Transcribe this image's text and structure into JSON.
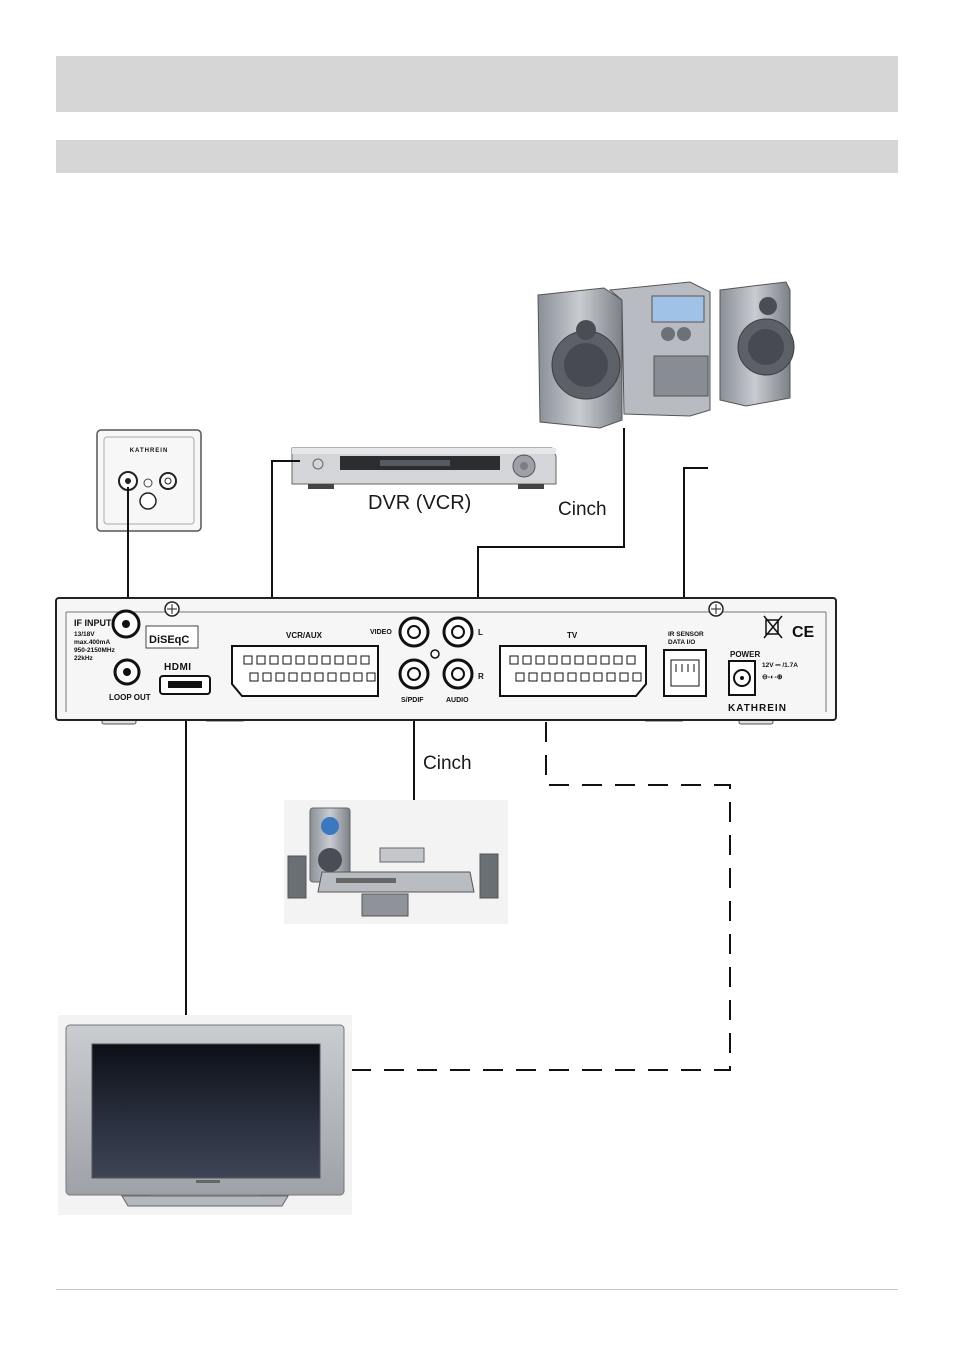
{
  "header": {
    "title": "",
    "subtitle": ""
  },
  "labels": {
    "dvr": "DVR (VCR)",
    "cinch_top": "Cinch",
    "cinch_bottom": "Cinch"
  },
  "wall_socket": {
    "brand": "KATHREIN"
  },
  "receiver": {
    "if_input": "IF  INPUT",
    "if_specs": [
      "13/18V",
      "max.400mA",
      "950-2150MHz",
      "22kHz"
    ],
    "diseqc": "DiSEqC",
    "loop_out": "LOOP  OUT",
    "hdmi": "HDMI",
    "vcr_aux": "VCR/AUX",
    "video": "VIDEO",
    "spdif": "S/PDIF",
    "audio": "AUDIO",
    "audio_l": "L",
    "audio_r": "R",
    "tv": "TV",
    "ir_sensor": "IR  SENSOR",
    "data_io": "DATA  I/O",
    "power": "POWER",
    "power_spec": "12V ⎓ /1.7A",
    "ce_mark": "CE",
    "brand": "KATHREIN"
  },
  "colors": {
    "header_bar": "#d6d6d6",
    "device": "#f4f4f4",
    "line": "#111111"
  }
}
